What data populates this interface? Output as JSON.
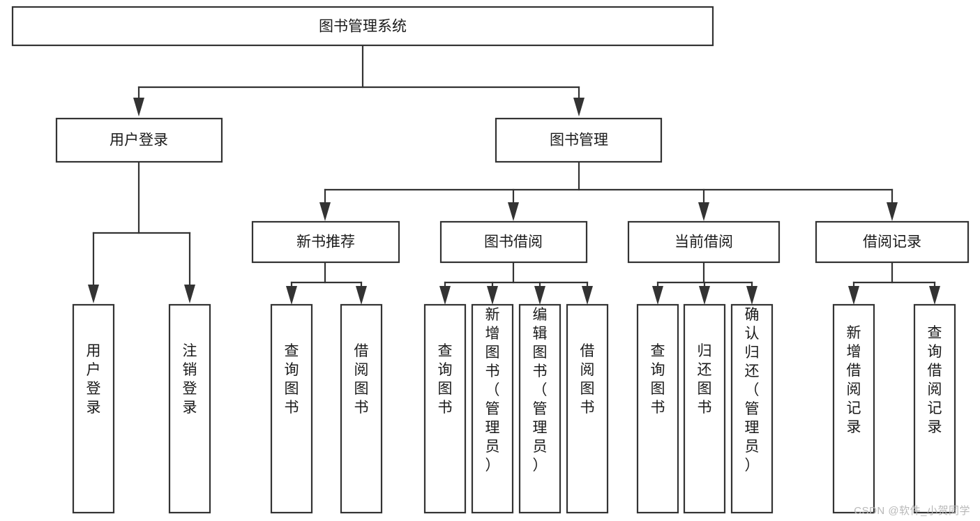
{
  "diagram": {
    "title": "图书管理系统",
    "type": "hierarchy-tree",
    "watermark": "CSDN @软件_小贺同学",
    "colors": {
      "box_stroke": "#333333",
      "box_fill": "#ffffff",
      "text": "#1a1a1a",
      "background": "#ffffff",
      "watermark": "#b8b8b8"
    },
    "levels": [
      {
        "level": 1,
        "nodes": [
          {
            "id": "root",
            "label": "图书管理系统",
            "orientation": "horizontal"
          }
        ]
      },
      {
        "level": 2,
        "nodes": [
          {
            "id": "login",
            "label": "用户登录",
            "orientation": "horizontal",
            "parent": "root"
          },
          {
            "id": "bookmgmt",
            "label": "图书管理",
            "orientation": "horizontal",
            "parent": "root"
          }
        ]
      },
      {
        "level": 3,
        "nodes": [
          {
            "id": "newbook",
            "label": "新书推荐",
            "orientation": "horizontal",
            "parent": "bookmgmt"
          },
          {
            "id": "borrow",
            "label": "图书借阅",
            "orientation": "horizontal",
            "parent": "bookmgmt"
          },
          {
            "id": "current",
            "label": "当前借阅",
            "orientation": "horizontal",
            "parent": "bookmgmt"
          },
          {
            "id": "records",
            "label": "借阅记录",
            "orientation": "horizontal",
            "parent": "bookmgmt"
          }
        ]
      },
      {
        "level": 4,
        "nodes": [
          {
            "id": "leaf1",
            "label": "用户登录",
            "orientation": "vertical",
            "parent": "login"
          },
          {
            "id": "leaf2",
            "label": "注销登录",
            "orientation": "vertical",
            "parent": "login"
          },
          {
            "id": "leaf3",
            "label": "查询图书",
            "orientation": "vertical",
            "parent": "newbook"
          },
          {
            "id": "leaf4",
            "label": "借阅图书",
            "orientation": "vertical",
            "parent": "newbook"
          },
          {
            "id": "leaf5",
            "label": "查询图书",
            "orientation": "vertical",
            "parent": "borrow"
          },
          {
            "id": "leaf6",
            "label": "新增图书（管理员）",
            "orientation": "vertical",
            "parent": "borrow"
          },
          {
            "id": "leaf7",
            "label": "编辑图书（管理员）",
            "orientation": "vertical",
            "parent": "borrow"
          },
          {
            "id": "leaf8",
            "label": "借阅图书",
            "orientation": "vertical",
            "parent": "borrow"
          },
          {
            "id": "leaf9",
            "label": "查询图书",
            "orientation": "vertical",
            "parent": "current"
          },
          {
            "id": "leaf10",
            "label": "归还图书",
            "orientation": "vertical",
            "parent": "current"
          },
          {
            "id": "leaf11",
            "label": "确认归还（管理员）",
            "orientation": "vertical",
            "parent": "current"
          },
          {
            "id": "leaf12",
            "label": "新增借阅记录",
            "orientation": "vertical",
            "parent": "records"
          },
          {
            "id": "leaf13",
            "label": "查询借阅记录",
            "orientation": "vertical",
            "parent": "records"
          }
        ]
      }
    ]
  }
}
